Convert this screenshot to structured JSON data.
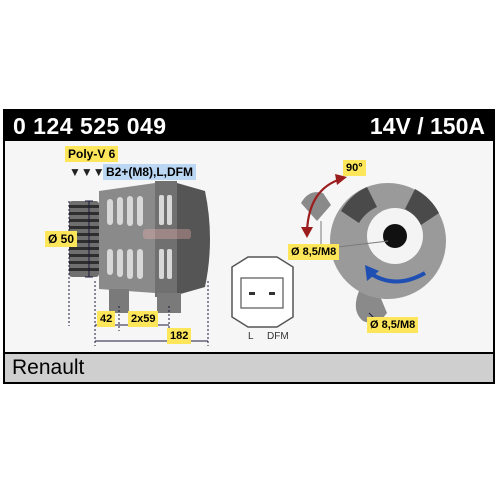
{
  "header": {
    "part_number": "0 124 525 049",
    "rating": "14V / 150A"
  },
  "labels": {
    "pulley": "Poly-V 6",
    "terminals": "B2+(M8),L,DFM",
    "diameter": "Ø 50",
    "dim_42": "42",
    "dim_2x59": "2x59",
    "dim_182": "182",
    "angle": "90°",
    "mount_top": "Ø 8,5/M8",
    "mount_bottom": "Ø 8,5/M8",
    "connector_l": "L",
    "connector_dfm": "DFM"
  },
  "footer": {
    "make": "Renault"
  },
  "colors": {
    "header_bg": "#000000",
    "label_yellow": "#fde65a",
    "label_blue": "#bcd7f4",
    "arrow_red": "#9b1c1c",
    "arrow_blue": "#1f4fb3",
    "footer_bg": "#cfcfcf"
  }
}
